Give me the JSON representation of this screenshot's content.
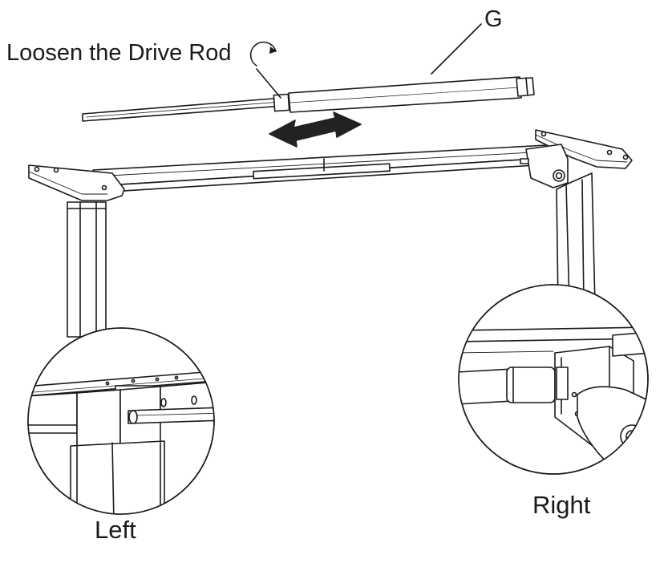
{
  "labels": {
    "instruction": "Loosen the Drive Rod",
    "part_letter": "G",
    "left_detail": "Left",
    "right_detail": "Right"
  },
  "colors": {
    "stroke": "#1a1a1a",
    "fill": "#ffffff",
    "arrow": "#222222"
  }
}
